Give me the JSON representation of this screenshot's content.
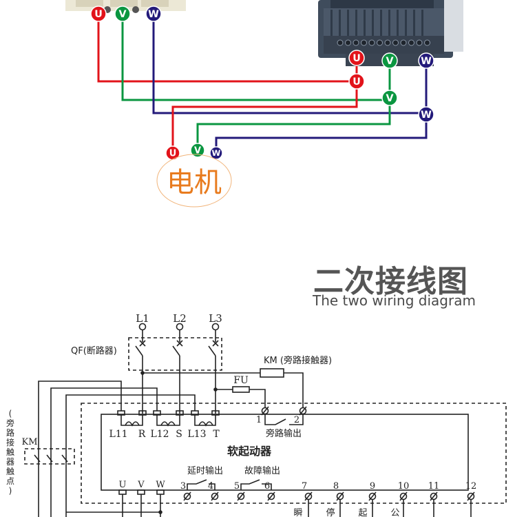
{
  "top_diagram": {
    "phase_colors": {
      "U": "#e2131a",
      "V": "#0a9640",
      "W": "#231a7a"
    },
    "breaker_terminals": [
      "U",
      "V",
      "W"
    ],
    "starter_terminals": [
      "U",
      "V",
      "W"
    ],
    "junction_labels": [
      "U",
      "V",
      "W"
    ],
    "motor_terminals": [
      "U",
      "V",
      "W"
    ],
    "motor_label": "电机",
    "motor_label_color": "#e87b1e"
  },
  "title": {
    "cn": "二次接线图",
    "en": "The two wiring diagram"
  },
  "schematic": {
    "supply": [
      "L1",
      "L2",
      "L3"
    ],
    "qf_label": "QF(断路器)",
    "km_bypass_label": "KM (旁路接触器)",
    "fu_label": "FU",
    "km_side_label": "KM",
    "km_side_vertical": [
      "(",
      "旁",
      "路",
      "接",
      "触",
      "器",
      "触",
      "点",
      ")"
    ],
    "input_terms": [
      "L11",
      "R",
      "L12",
      "S",
      "L13",
      "T"
    ],
    "bypass_terms": [
      "1",
      "2"
    ],
    "bypass_output": "旁路输出",
    "device_name": "软起动器",
    "output_terms": [
      "U",
      "V",
      "W"
    ],
    "delay_output": "延时输出",
    "fault_output": "故障输出",
    "control_terms": [
      "3",
      "4",
      "5",
      "6",
      "7",
      "8",
      "9",
      "10",
      "11",
      "12"
    ],
    "control_labels": [
      "瞬",
      "停",
      "起",
      "公"
    ]
  }
}
